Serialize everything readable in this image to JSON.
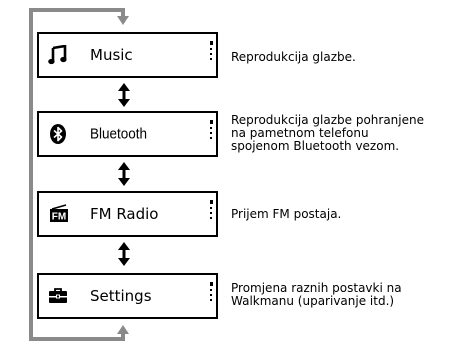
{
  "menu": {
    "items": [
      {
        "label": "Music",
        "icon": "music-note-icon",
        "description": [
          "Reprodukcija glazbe."
        ]
      },
      {
        "label": "Bluetooth",
        "icon": "bluetooth-icon",
        "description": [
          "Reprodukcija glazbe pohranjene",
          "na pametnom telefonu",
          "spojenom Bluetooth vezom."
        ]
      },
      {
        "label": "FM Radio",
        "icon": "fm-radio-icon",
        "description": [
          "Prijem FM postaja."
        ]
      },
      {
        "label": "Settings",
        "icon": "settings-toolbox-icon",
        "description": [
          "Promjena raznih postavki na",
          "Walkmanu (uparivanje itd.)"
        ]
      }
    ],
    "fm_badge": "FM"
  },
  "colors": {
    "loop_line": "#8a8a8a",
    "box_border": "#000000",
    "arrow": "#000000"
  }
}
